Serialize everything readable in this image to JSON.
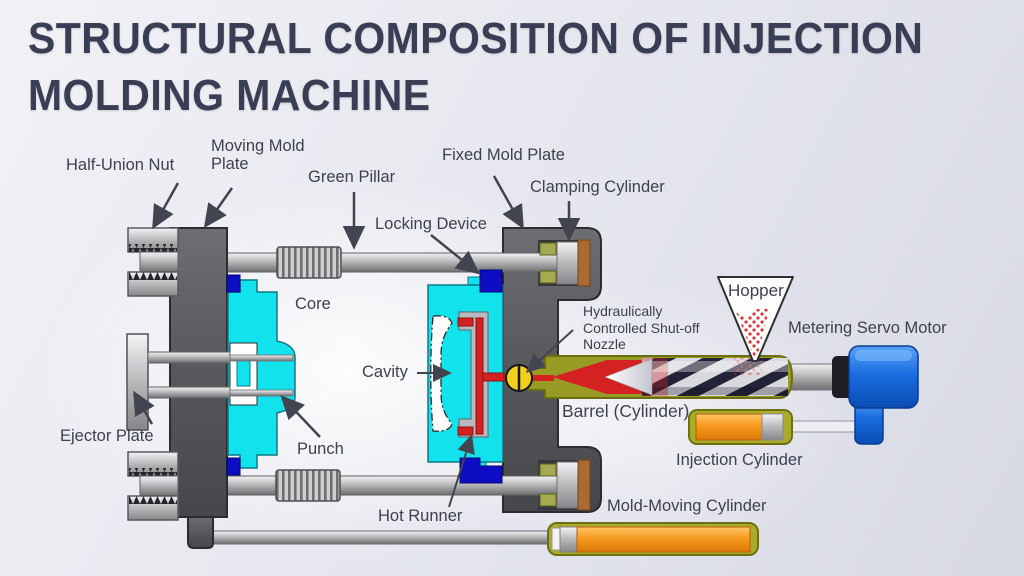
{
  "title": {
    "line1": "STRUCTURAL COMPOSITION OF INJECTION",
    "line2": "MOLDING MACHINE"
  },
  "labels": {
    "half_union_nut": "Half-Union Nut",
    "moving_mold_plate": "Moving Mold Plate",
    "green_pillar": "Green Pillar",
    "locking_device": "Locking Device",
    "fixed_mold_plate": "Fixed Mold Plate",
    "clamping_cylinder": "Clamping Cylinder",
    "core": "Core",
    "cavity": "Cavity",
    "punch": "Punch",
    "ejector_plate": "Ejector Plate",
    "shut_off_nozzle": "Hydraulically Controlled Shut-off Nozzle",
    "hopper": "Hopper",
    "metering_servo_motor": "Metering Servo Motor",
    "barrel": "Barrel (Cylinder)",
    "injection_cylinder": "Injection Cylinder",
    "mold_moving_cylinder": "Mold-Moving Cylinder",
    "hot_runner": "Hot Runner"
  },
  "colors": {
    "background": "#e7e8ef",
    "title_text": "#393e54",
    "label_text": "#3d4150",
    "mold_cyan": "#12e2ec",
    "locking_blue": "#0d0dc4",
    "plate_gray": "#57585c",
    "barrel_olive": "#989b24",
    "melt_red": "#d42222",
    "cylinder_orange": "#f79a1f",
    "motor_blue": "#1b6ce0",
    "valve_yellow": "#f2cf1a",
    "cap_brown": "#aa6a31"
  }
}
